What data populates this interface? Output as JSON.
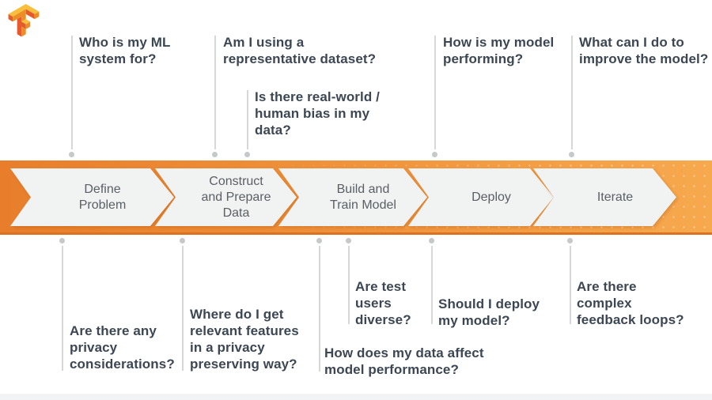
{
  "colors": {
    "band_left": "#e87e2b",
    "band_right": "#f7a94e",
    "band_edge": "#dc7220",
    "chevron_fill": "#f1f2f2",
    "stage_text": "#5a6065",
    "question_text": "#3c4753",
    "connector": "#d5d7d8",
    "dot": "#c6c8ca",
    "footer": "#f1f3f4",
    "logo_dark": "#e55b2d",
    "logo_mid": "#ed8e24",
    "logo_light": "#f8bf3c"
  },
  "logo": {
    "name": "TensorFlow"
  },
  "stages": [
    {
      "label": "Define\nProblem"
    },
    {
      "label": "Construct\nand Prepare\nData"
    },
    {
      "label": "Build and\nTrain Model"
    },
    {
      "label": "Deploy"
    },
    {
      "label": "Iterate"
    }
  ],
  "top_questions": [
    {
      "text": "Who is my ML\nsystem for?"
    },
    {
      "text": "Am I using a\nrepresentative dataset?"
    },
    {
      "text": "Is there real-world /\nhuman bias in my\ndata?"
    },
    {
      "text": "How is my model\nperforming?"
    },
    {
      "text": "What can I do to\nimprove the model?"
    }
  ],
  "bottom_questions": [
    {
      "text": "Are there any\nprivacy\nconsiderations?"
    },
    {
      "text": "Where do I get\nrelevant features\nin a privacy\npreserving way?"
    },
    {
      "text": "How does my data affect\nmodel performance?"
    },
    {
      "text": "Are test\nusers\ndiverse?"
    },
    {
      "text": "Should I deploy\nmy model?"
    },
    {
      "text": "Are there\ncomplex\nfeedback loops?"
    }
  ]
}
